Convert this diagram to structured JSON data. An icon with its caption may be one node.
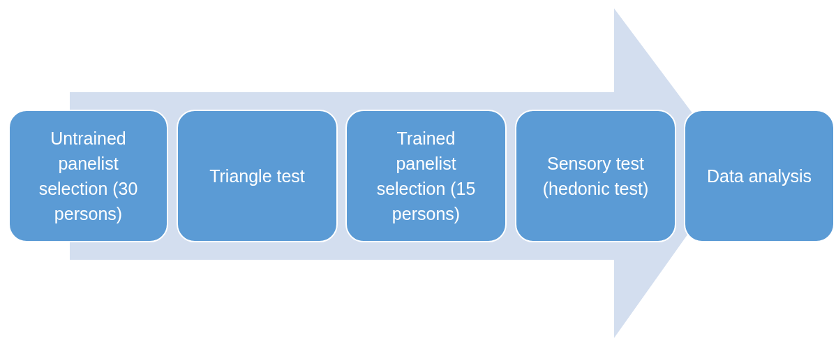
{
  "diagram": {
    "nodes": [
      {
        "text": [
          "Untrained panelist selection (30 persons)"
        ]
      },
      {
        "text": [
          "Triangle test"
        ]
      },
      {
        "text": [
          "Trained panelist selection (15 persons)"
        ]
      },
      {
        "text": [
          "Sensory test (hedonic test)"
        ]
      },
      {
        "text": [
          "Data analysis"
        ]
      }
    ],
    "edges": [
      {
        "from": 0,
        "to": 4,
        "arrow": "to"
      }
    ]
  }
}
